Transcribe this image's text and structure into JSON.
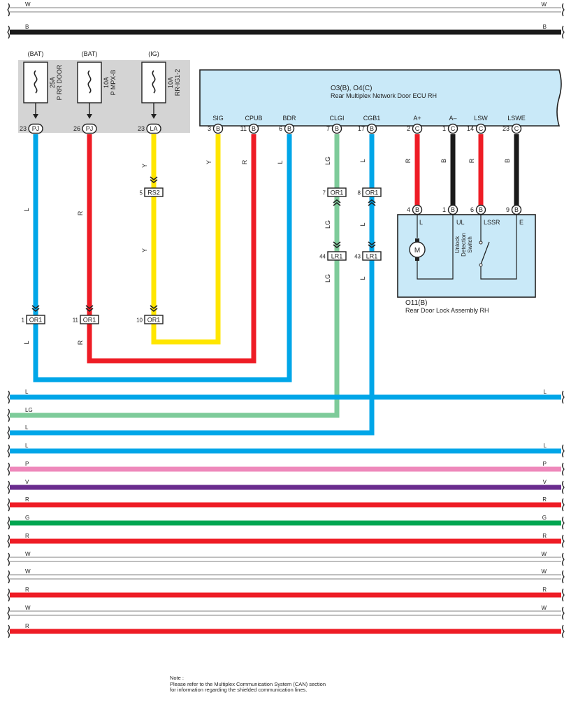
{
  "colors": {
    "W": "#ffffff",
    "B": "#1a1a1a",
    "L": "#00a6e8",
    "R": "#ee1c25",
    "Y": "#ffe600",
    "LG": "#7ecb9a",
    "P": "#ee88bb",
    "V": "#6a2c8e",
    "G": "#00a651",
    "ecu_fill": "#c9e9f8",
    "fuse_box_fill": "#d4d4d4"
  },
  "top_buses": [
    {
      "label": "W"
    },
    {
      "label": "B"
    }
  ],
  "fuses": [
    {
      "supply": "(BAT)",
      "rating": "25A",
      "name": "P RR DOOR",
      "pin": "23",
      "connector": "PJ"
    },
    {
      "supply": "(BAT)",
      "rating": "10A",
      "name": "P MPX-B",
      "pin": "26",
      "connector": "PJ"
    },
    {
      "supply": "(IG)",
      "rating": "10A",
      "name": "RR-IG1-2",
      "pin": "23",
      "connector": "LA"
    }
  ],
  "ecu": {
    "code": "O3(B), O4(C)",
    "name": "Rear Multiplex Network Door ECU RH",
    "terminals": [
      {
        "label": "SIG",
        "pin": "3",
        "conn": "B"
      },
      {
        "label": "CPUB",
        "pin": "11",
        "conn": "B"
      },
      {
        "label": "BDR",
        "pin": "6",
        "conn": "B"
      },
      {
        "label": "CLGI",
        "pin": "7",
        "conn": "B"
      },
      {
        "label": "CGB1",
        "pin": "17",
        "conn": "B"
      },
      {
        "label": "A+",
        "pin": "2",
        "conn": "C"
      },
      {
        "label": "A–",
        "pin": "1",
        "conn": "C"
      },
      {
        "label": "LSW",
        "pin": "14",
        "conn": "C"
      },
      {
        "label": "LSWE",
        "pin": "23",
        "conn": "C"
      }
    ]
  },
  "lock_assembly": {
    "code": "O11(B)",
    "name": "Rear Door Lock Assembly RH",
    "terminals": [
      {
        "pin": "4",
        "conn": "B",
        "label": "L"
      },
      {
        "pin": "1",
        "conn": "B",
        "label": "UL"
      },
      {
        "pin": "6",
        "conn": "B",
        "label": "LSSR"
      },
      {
        "pin": "9",
        "conn": "B",
        "label": "E"
      }
    ],
    "motor_label": "M",
    "switch_label": [
      "Unlock",
      "Detection",
      "Switch"
    ]
  },
  "inline_connectors": [
    {
      "pin": "5",
      "name": "RS2"
    },
    {
      "pin": "7",
      "name": "OR1"
    },
    {
      "pin": "8",
      "name": "OR1"
    },
    {
      "pin": "44",
      "name": "LR1"
    },
    {
      "pin": "43",
      "name": "LR1"
    },
    {
      "pin": "1",
      "name": "OR1"
    },
    {
      "pin": "11",
      "name": "OR1"
    },
    {
      "pin": "10",
      "name": "OR1"
    }
  ],
  "wire_color_labels": {
    "fuse1": "L",
    "fuse2": "R",
    "ig_upper": "Y",
    "ig_lower": "Y",
    "sig": "Y",
    "cpub": "R",
    "bdr": "L",
    "clgi_upper": "LG",
    "clgi_mid": "LG",
    "clgi_lower": "LG",
    "cgb1_upper": "L",
    "cgb1_mid": "L",
    "cgb1_lower": "L",
    "a_plus": "R",
    "a_minus": "B",
    "lsw": "R",
    "lswe": "B",
    "below_or1_1": "L",
    "below_or1_11": "R"
  },
  "bottom_buses": [
    {
      "label": "L",
      "right_label": "L"
    },
    {
      "label": "LG",
      "right_label": ""
    },
    {
      "label": "L",
      "right_label": ""
    },
    {
      "label": "L",
      "right_label": "L"
    },
    {
      "label": "P",
      "right_label": "P"
    },
    {
      "label": "V",
      "right_label": "V"
    },
    {
      "label": "R",
      "right_label": "R"
    },
    {
      "label": "G",
      "right_label": "G"
    },
    {
      "label": "R",
      "right_label": "R"
    },
    {
      "label": "W",
      "right_label": "W"
    },
    {
      "label": "W",
      "right_label": "W"
    },
    {
      "label": "R",
      "right_label": "R"
    },
    {
      "label": "W",
      "right_label": "W"
    },
    {
      "label": "R",
      "right_label": ""
    }
  ],
  "note": {
    "title": "Note :",
    "line1": "Please refer to the Multiplex Communication System (CAN) section",
    "line2": "for information regarding the shielded communication lines."
  }
}
